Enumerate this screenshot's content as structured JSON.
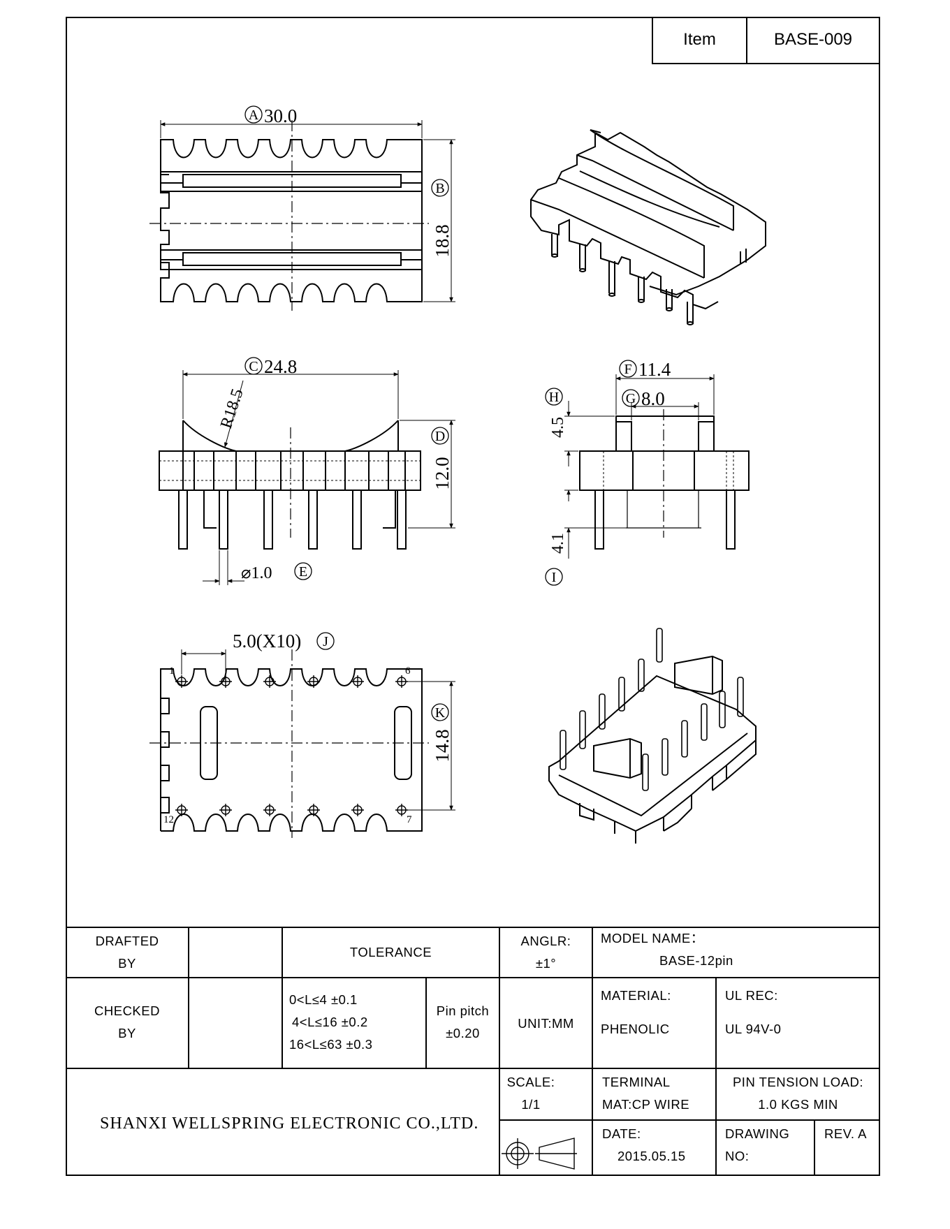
{
  "header": {
    "item_label": "Item",
    "item_value": "BASE-009"
  },
  "dimensions": {
    "a": {
      "letter": "A",
      "value": "30.0"
    },
    "b": {
      "letter": "B",
      "value": "18.8"
    },
    "c": {
      "letter": "C",
      "value": "24.8"
    },
    "radius": "R18.5",
    "d": {
      "letter": "D",
      "value": "12.0"
    },
    "e": {
      "letter": "E",
      "value": "⌀1.0"
    },
    "f": {
      "letter": "F",
      "value": "11.4"
    },
    "g": {
      "letter": "G",
      "value": "8.0"
    },
    "h": {
      "letter": "H",
      "value": "4.5"
    },
    "i": {
      "letter": "I",
      "value": "4.1"
    },
    "j": {
      "letter": "J",
      "value": "5.0(X10)"
    },
    "k": {
      "letter": "K",
      "value": "14.8"
    }
  },
  "pin_numbers": [
    "1",
    "6",
    "12",
    "7"
  ],
  "title_block": {
    "drafted_by": [
      "DRAFTED",
      "BY"
    ],
    "checked_by": [
      "CHECKED",
      "BY"
    ],
    "tolerance": "TOLERANCE",
    "tolerance_ranges": [
      "0<L≤4 ±0.1",
      "4<L≤16 ±0.2",
      "16<L≤63 ±0.3"
    ],
    "pin_pitch": [
      "Pin pitch",
      "±0.20"
    ],
    "angle": [
      "ANGLR:",
      "±1°"
    ],
    "unit": "UNIT:MM",
    "scale": [
      "SCALE:",
      "1/1"
    ],
    "model_name_label": "MODEL NAME：",
    "model_name_value": "BASE-12pin",
    "material_label": "MATERIAL:",
    "material_value": "PHENOLIC",
    "ul_rec_label": "UL REC:",
    "ul_rec_value": "UL 94V-0",
    "terminal": [
      "TERMINAL",
      "MAT:CP WIRE"
    ],
    "pin_tension": [
      "PIN TENSION LOAD:",
      "1.0 KGS MIN"
    ],
    "date": [
      "DATE:",
      "2015.05.15"
    ],
    "drawing_no": [
      "DRAWING",
      "NO:"
    ],
    "rev": "REV. A",
    "company": "SHANXI WELLSPRING ELECTRONIC CO.,LTD."
  }
}
